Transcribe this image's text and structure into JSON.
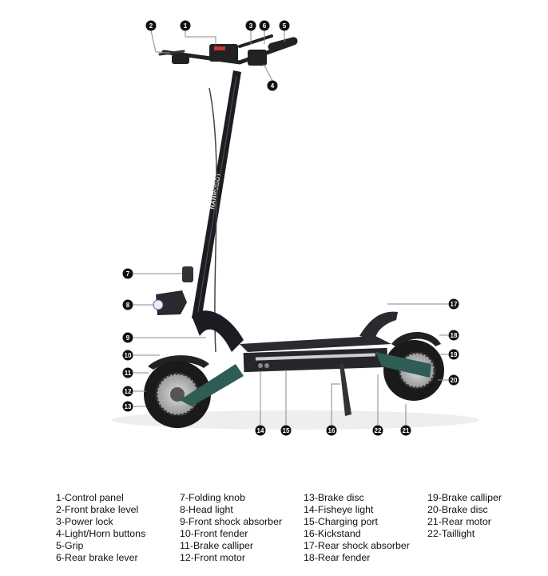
{
  "brand_logo": "NANROBOT",
  "colors": {
    "frame": "#1c1c22",
    "swingarm": "#2f5c54",
    "tire": "#1a1a1a",
    "callout": "#111111",
    "leader": "#8a8a8a"
  },
  "callouts": [
    "1",
    "2",
    "3",
    "4",
    "5",
    "6",
    "7",
    "8",
    "9",
    "10",
    "11",
    "12",
    "13",
    "14",
    "15",
    "16",
    "17",
    "18",
    "19",
    "20",
    "21",
    "22"
  ],
  "legend": [
    [
      "1-Control panel",
      "2-Front brake level",
      "3-Power lock",
      "4-Light/Horn buttons",
      "5-Grip",
      "6-Rear brake lever"
    ],
    [
      "7-Folding knob",
      "8-Head light",
      "9-Front shock absorber",
      "10-Front fender",
      "11-Brake calliper",
      "12-Front motor"
    ],
    [
      "13-Brake disc",
      "14-Fisheye light",
      "15-Charging port",
      "16-Kickstand",
      "17-Rear shock absorber",
      "18-Rear fender"
    ],
    [
      "19-Brake calliper",
      "20-Brake disc",
      "21-Rear motor",
      "22-Taillight"
    ]
  ]
}
